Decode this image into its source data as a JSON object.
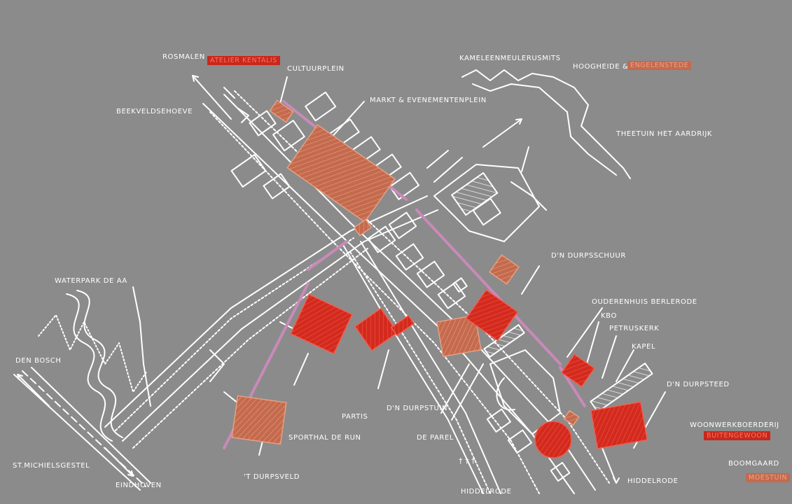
{
  "colors": {
    "background": "#8b8b8b",
    "line": "#ffffff",
    "red": "#d42a1e",
    "orange": "#c46a4e",
    "pink": "#c98ab8"
  },
  "labels": {
    "rosmalen": "ROSMALEN",
    "cultuurplein": "CULTUURPLEIN",
    "beekveldse_hoeve": "BEEKVELDSEHOEVE",
    "markt_evenementenplein": "MARKT & EVENEMENTENPLEIN",
    "kameleenmeulerusmits": "KAMELEENMEULERUSMITS",
    "hoogheide": "HOOGHEIDE &",
    "theetuin": "THEETUIN HET AARDRIJK",
    "waterpark": "WATERPARK DE AA",
    "den_bosch": "DEN BOSCH",
    "st_michielsgestel": "ST.MICHIELSGESTEL",
    "eindhoven": "EINDHOVEN",
    "dn_durpsschuur": "D'N DURPSSCHUUR",
    "ouderenhuis": "OUDERENHUIS BERLERODE",
    "kbo": "KBO",
    "petruskerk": "PETRUSKERK",
    "kapel": "KAPEL",
    "dn_durpsteed": "D'N DURPSTEED",
    "woonwerkboerderij": "WOONWERKBOERDERIJ",
    "boomgaard": "BOOMGAARD",
    "hiddelrode_right": "HIDDELRODE",
    "hiddelrode_bottom": "HIDDELRODE",
    "de_parel": "DE PAREL",
    "dn_durpstuin": "D'N DURPSTUIN",
    "partis": "PARTIS",
    "sporthal": "SPORTHAL DE RUN",
    "t_durpsveld": "'T DURPSVELD"
  },
  "tags": {
    "atelier": "ATELIER KENTALIS",
    "engelenstede": "ENGELENSTEDE",
    "buitengewoon": "BUITENGEWOON",
    "moestuin": "MOESTUIN"
  }
}
